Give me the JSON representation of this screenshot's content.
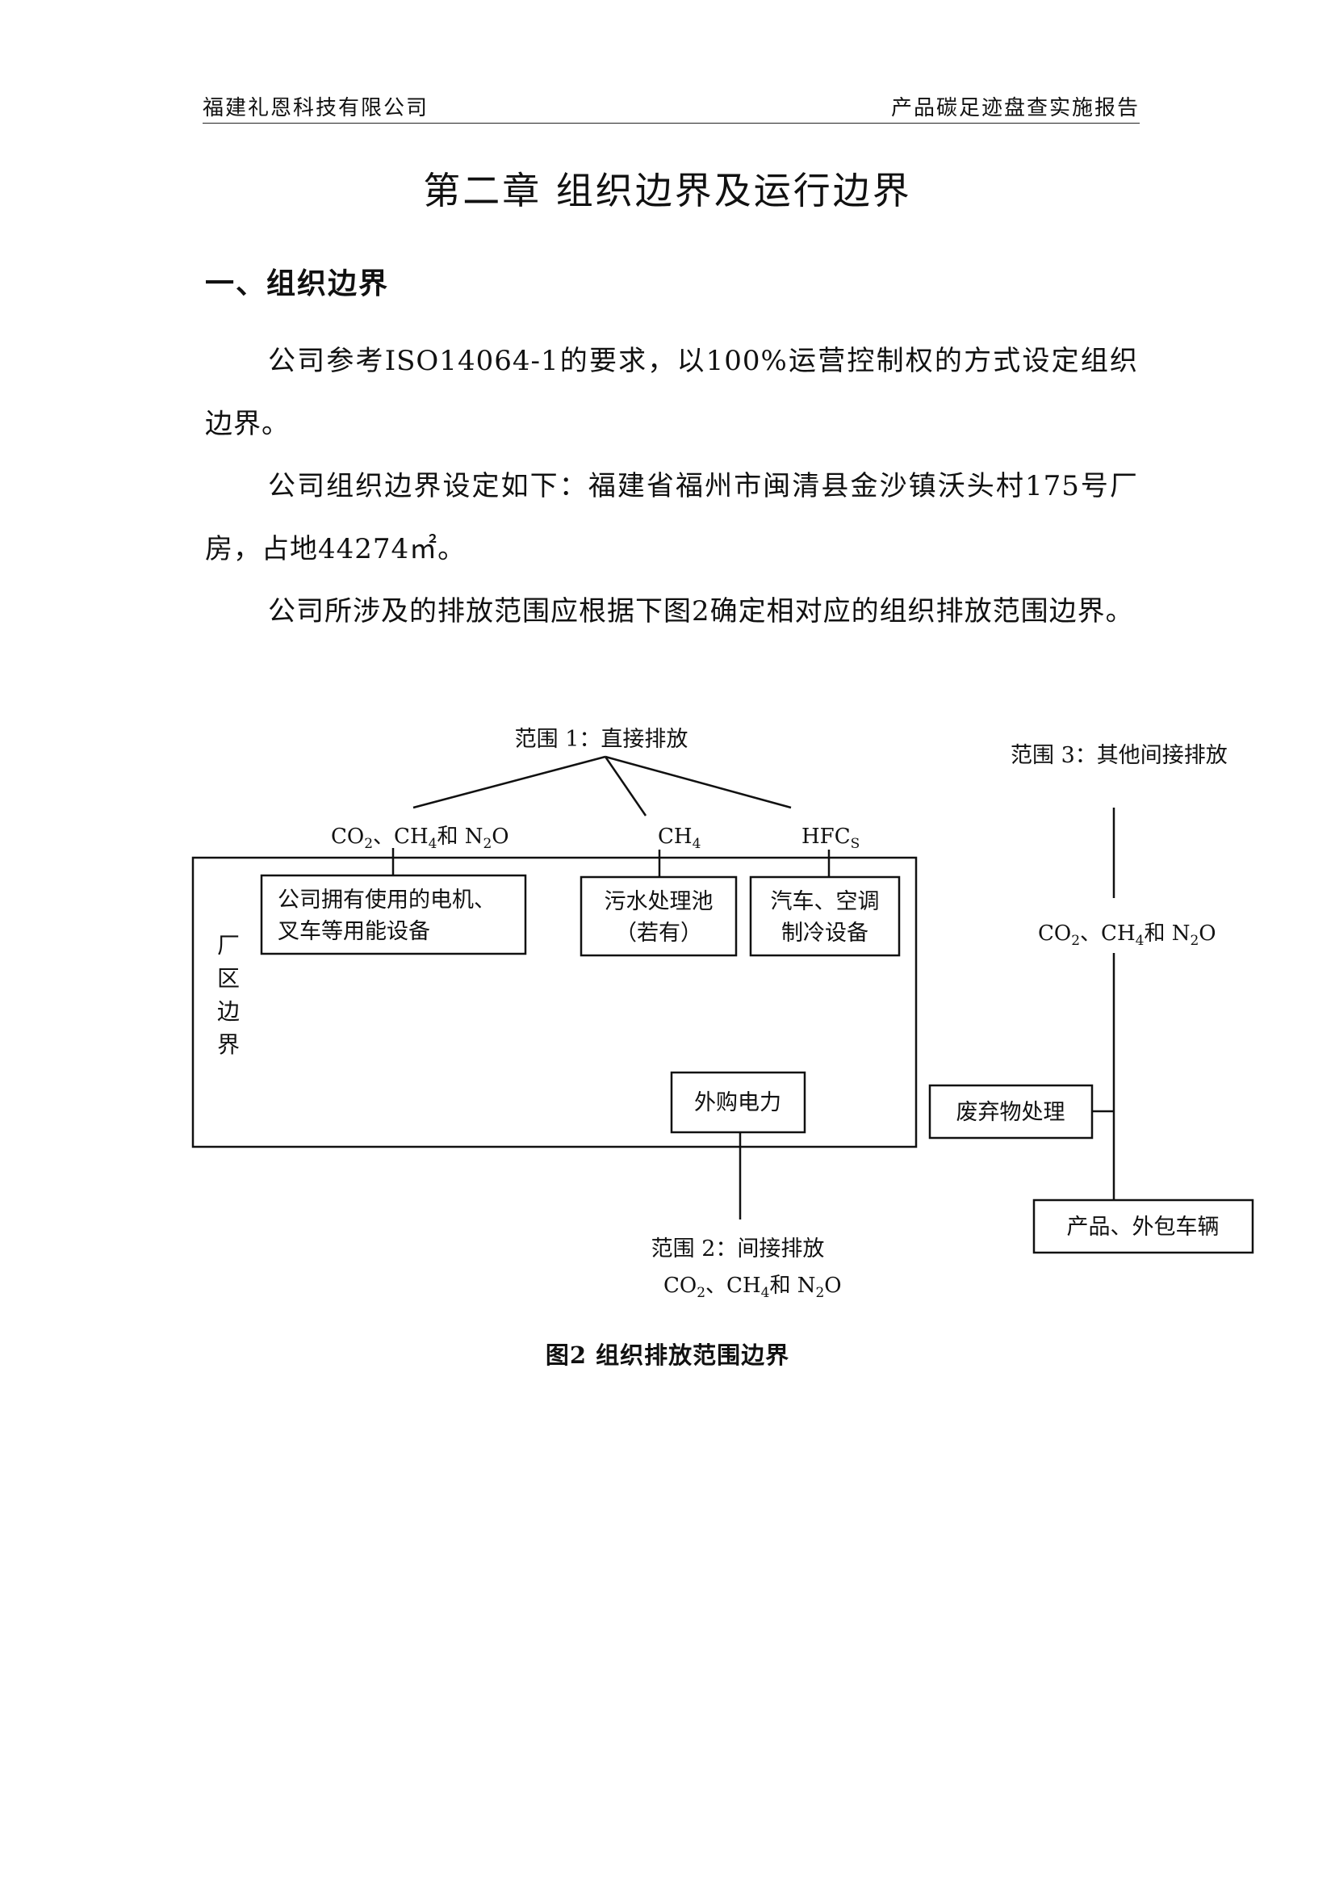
{
  "header": {
    "company": "福建礼恩科技有限公司",
    "report": "产品碳足迹盘查实施报告"
  },
  "chapter_title": "第二章  组织边界及运行边界",
  "section_title": "一、组织边界",
  "paragraphs": [
    "公司参考ISO14064-1的要求，以100%运营控制权的方式设定组织边界。",
    "公司组织边界设定如下：福建省福州市闽清县金沙镇沃头村175号厂房，占地44274㎡。",
    "公司所涉及的排放范围应根据下图2确定相对应的组织排放范围边界。"
  ],
  "diagram": {
    "scope1": {
      "label": "范围 1：直接排放",
      "gas_left": [
        "CO",
        "2",
        "、CH",
        "4",
        "和 N",
        "2",
        "O"
      ],
      "gas_mid": [
        "CH",
        "4"
      ],
      "gas_right": [
        "HFC",
        "S"
      ]
    },
    "box_equipment": [
      "公司拥有使用的电机、",
      "叉车等用能设备"
    ],
    "box_sewage": [
      "污水处理池",
      "（若有）"
    ],
    "box_cooling": [
      "汽车、空调",
      "制冷设备"
    ],
    "boundary_label": [
      "厂",
      "区",
      "边",
      "界"
    ],
    "box_electricity": "外购电力",
    "scope2": {
      "label": "范围 2：间接排放",
      "gas": [
        "CO",
        "2",
        "、CH",
        "4",
        "和 N",
        "2",
        "O"
      ]
    },
    "scope3": {
      "label": "范围 3：其他间接排放",
      "gas": [
        "CO",
        "2",
        "、CH",
        "4",
        "和 N",
        "2",
        "O"
      ]
    },
    "box_waste": "废弃物处理",
    "box_product": "产品、外包车辆"
  },
  "caption": "图2  组织排放范围边界"
}
